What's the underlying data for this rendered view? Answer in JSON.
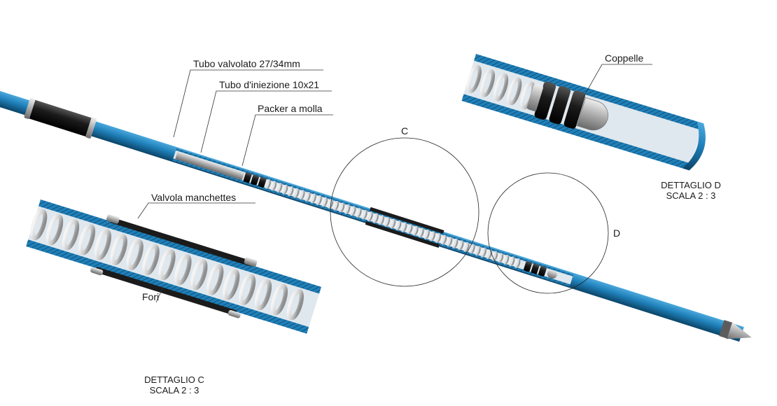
{
  "labels": {
    "tubo_valvolato": "Tubo valvolato 27/34mm",
    "tubo_iniezione": "Tubo d'iniezione 10x21",
    "packer": "Packer a molla",
    "valvola": "Valvola manchettes",
    "fori": "Fori",
    "coppelle": "Coppelle",
    "marker_c": "C",
    "marker_d": "D"
  },
  "detail_c": {
    "title": "DETTAGLIO C",
    "scale": "SCALA 2 : 3"
  },
  "detail_d": {
    "title": "DETTAGLIO D",
    "scale": "SCALA 2 : 3"
  },
  "colors": {
    "tube_blue": "#1f7fb8",
    "tube_dark": "#0e4f78",
    "sleeve_black": "#1b1b1b",
    "spring_gray": "#c8c8c8",
    "inner_gray": "#9a9a9a",
    "tip_gray": "#6e6e6e"
  }
}
